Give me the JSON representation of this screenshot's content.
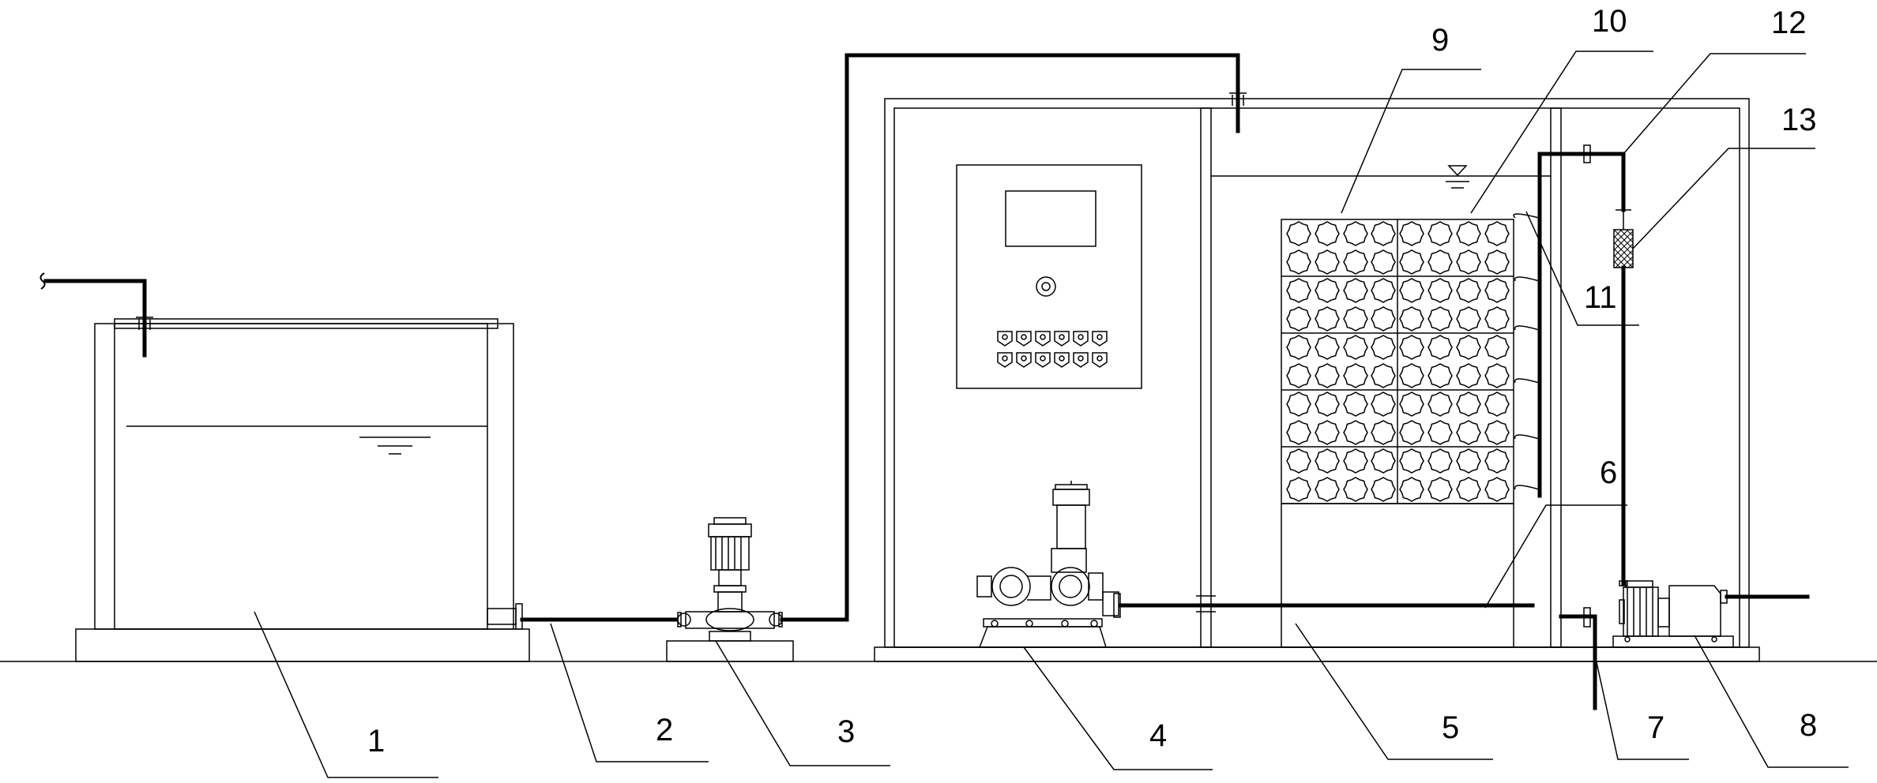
{
  "diagram": {
    "components": [
      {
        "id": "1",
        "label": "1"
      },
      {
        "id": "2",
        "label": "2"
      },
      {
        "id": "3",
        "label": "3"
      },
      {
        "id": "4",
        "label": "4"
      },
      {
        "id": "5",
        "label": "5"
      },
      {
        "id": "6",
        "label": "6"
      },
      {
        "id": "7",
        "label": "7"
      },
      {
        "id": "8",
        "label": "8"
      },
      {
        "id": "9",
        "label": "9"
      },
      {
        "id": "10",
        "label": "10"
      },
      {
        "id": "11",
        "label": "11"
      },
      {
        "id": "12",
        "label": "12"
      },
      {
        "id": "13",
        "label": "13"
      }
    ]
  }
}
